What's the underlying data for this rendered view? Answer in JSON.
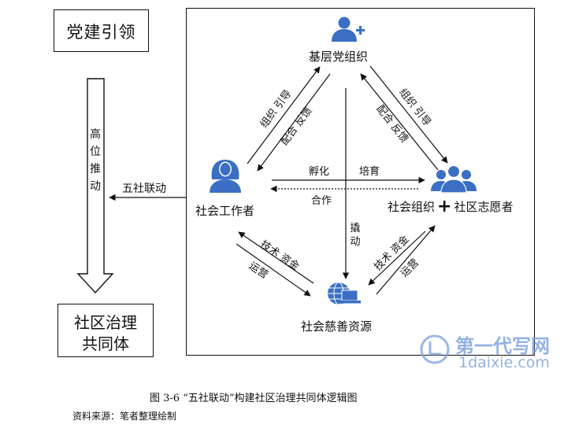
{
  "left_boxes": {
    "top": "党建引领",
    "bottom_line1": "社区治理",
    "bottom_line2": "共同体"
  },
  "down_arrow_label": [
    "高",
    "位",
    "推",
    "动"
  ],
  "wushe_label": "五社联动",
  "nodes": {
    "party": "基层党组织",
    "worker": "社会工作者",
    "org": "社会组织",
    "plus": "+",
    "volunteer": "社区志愿者",
    "charity": "社会慈善资源"
  },
  "edges": {
    "party_worker_outer": "组织 引导",
    "party_worker_inner": "配合 反馈",
    "party_org_outer": "组织 引导",
    "party_org_inner": "配合 反馈",
    "incubate": "孵化",
    "cultivate": "培育",
    "cooperate": "合作",
    "leverage": "撬动",
    "worker_charity_outer": "技术 资金",
    "worker_charity_inner": "运营",
    "org_charity_outer": "技术 资金",
    "org_charity_inner": "运营"
  },
  "caption": "图 3-6  “五社联动”构建社区治理共同体逻辑图",
  "source": "资料来源：笔者整理绘制",
  "watermark": {
    "text": "第一代写网",
    "url": "1daixie.com"
  },
  "colors": {
    "icon_blue": "#3a6fc4",
    "text": "#111111",
    "watermark": "#7aa0dc"
  },
  "icons": [
    "user-plus-icon",
    "woman-user-icon",
    "group-users-icon",
    "globe-laptop-icon"
  ]
}
